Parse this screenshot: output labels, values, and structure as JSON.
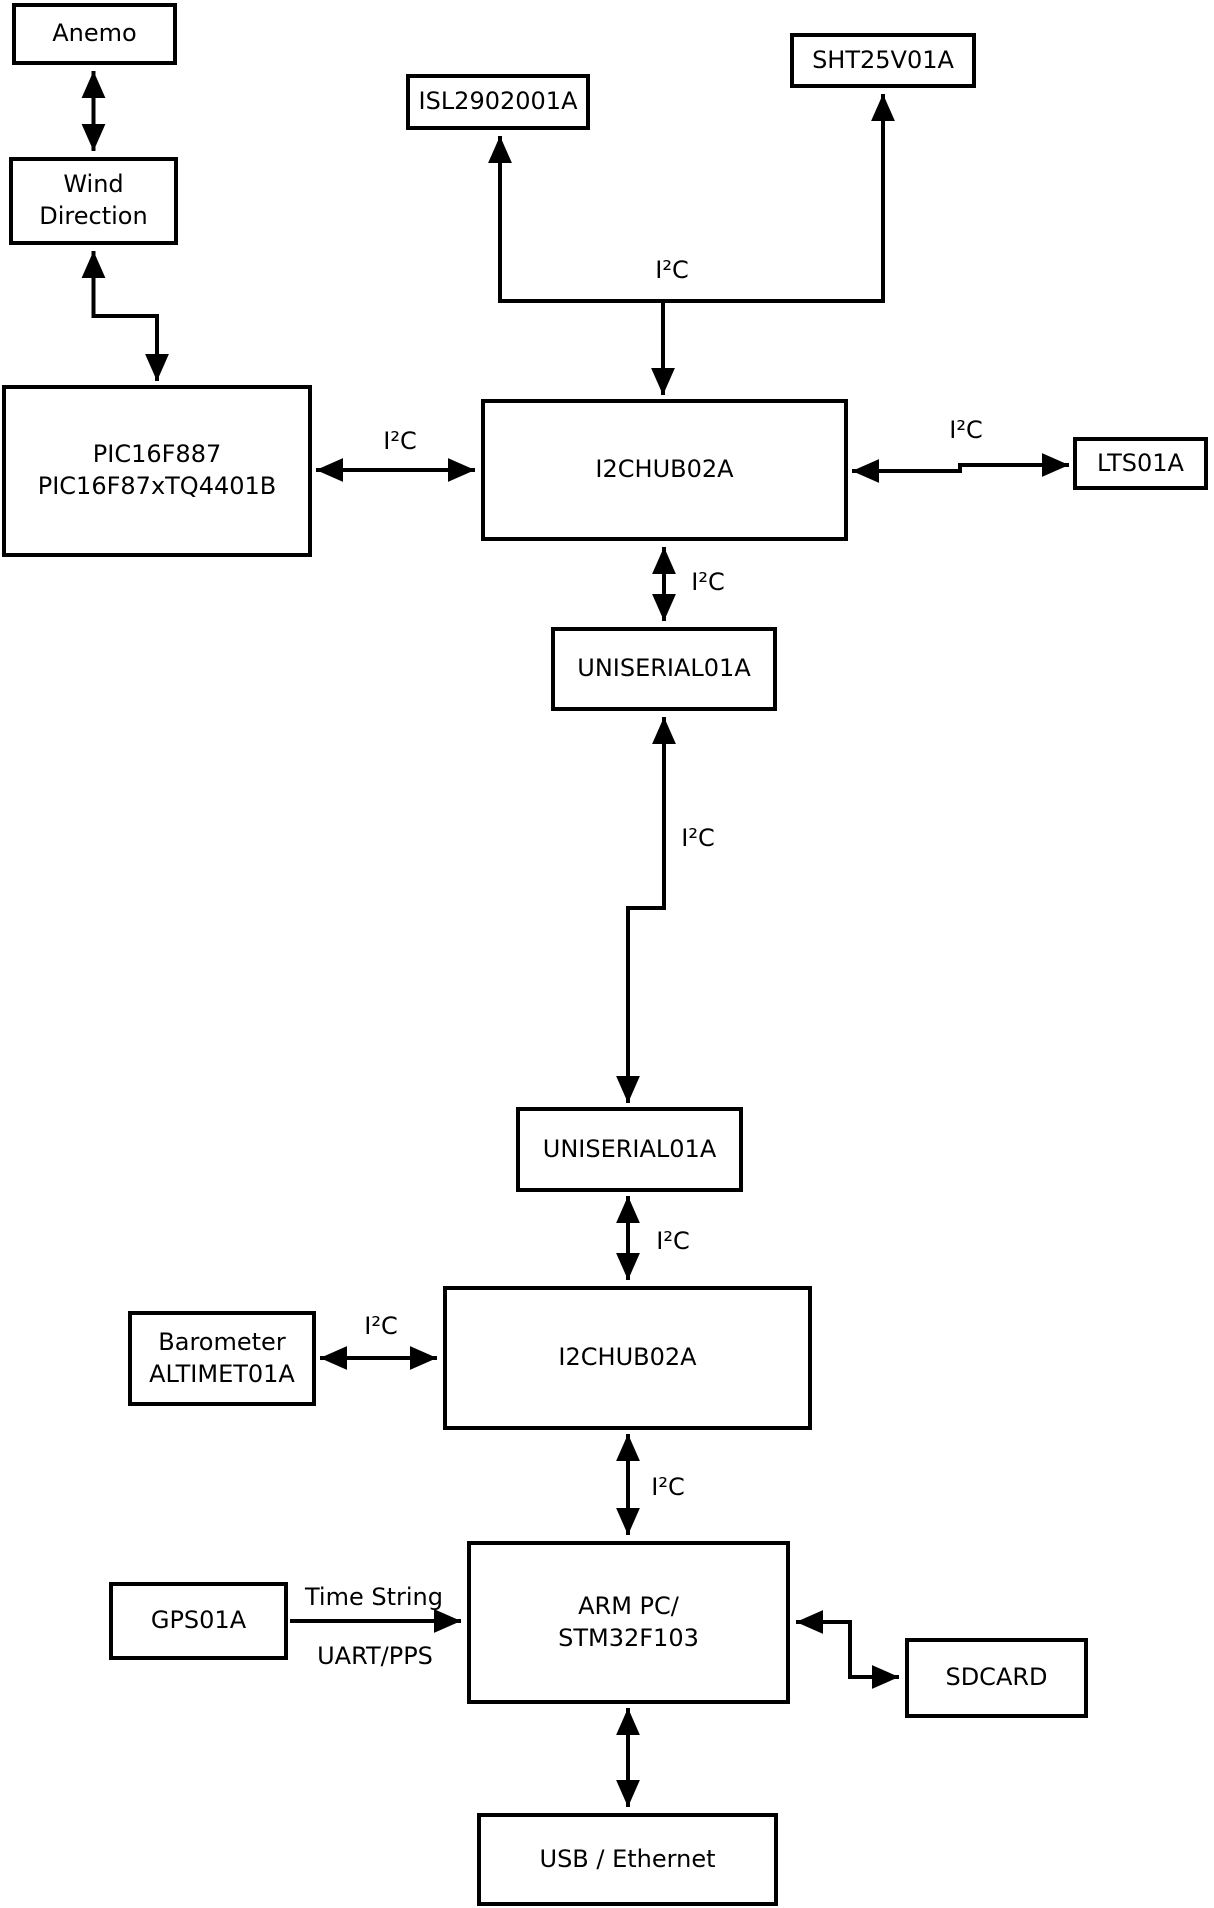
{
  "diagram": {
    "nodes": {
      "anemo": {
        "label": "Anemo"
      },
      "wind": {
        "line1": "Wind",
        "line2": "Direction"
      },
      "pic": {
        "line1": "PIC16F887",
        "line2": "PIC16F87xTQ4401B"
      },
      "isl": {
        "label": "ISL2902001A"
      },
      "sht": {
        "label": "SHT25V01A"
      },
      "hub1": {
        "label": "I2CHUB02A"
      },
      "lts": {
        "label": "LTS01A"
      },
      "uni1": {
        "label": "UNISERIAL01A"
      },
      "uni2": {
        "label": "UNISERIAL01A"
      },
      "hub2": {
        "label": "I2CHUB02A"
      },
      "baro": {
        "line1": "Barometer",
        "line2": "ALTIMET01A"
      },
      "arm": {
        "line1": "ARM PC/",
        "line2": "STM32F103"
      },
      "gps": {
        "label": "GPS01A"
      },
      "sdcard": {
        "label": "SDCARD"
      },
      "usb": {
        "label": "USB / Ethernet"
      }
    },
    "edge_labels": {
      "pic_hub1": "I²C",
      "sensors_trunk": "I²C",
      "hub1_lts": "I²C",
      "hub1_uni1": "I²C",
      "uni1_uni2": "I²C",
      "uni2_hub2": "I²C",
      "baro_hub2": "I²C",
      "hub2_arm": "I²C",
      "gps_arm_top": "Time String",
      "gps_arm_bottom": "UART/PPS"
    },
    "colors": {
      "line": "#000000",
      "box_fill": "#ffffff",
      "background": "#ffffff",
      "text": "#000000"
    }
  }
}
